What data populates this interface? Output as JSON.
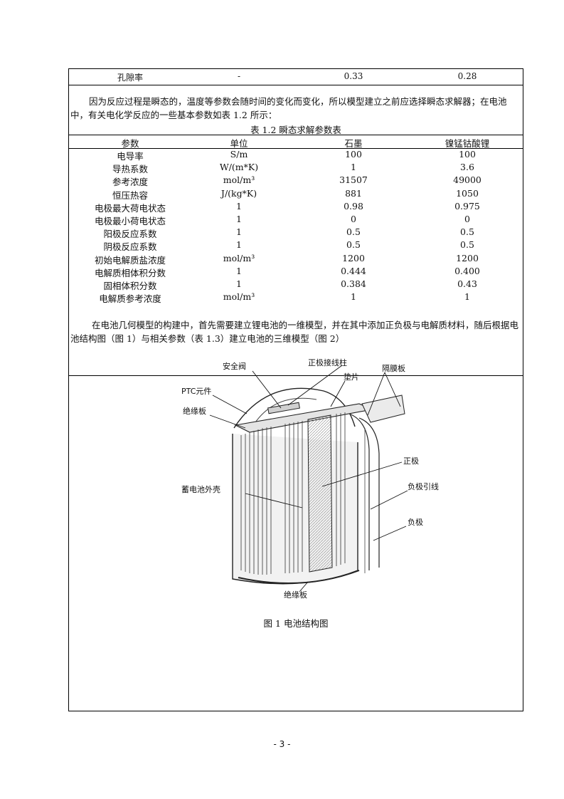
{
  "top_row": [
    "孔隙率",
    "-",
    "0.33",
    "0.28"
  ],
  "para1": "因为反应过程是瞬态的，温度等参数会随时间的变化而变化，所以模型建立之前应选择瞬态求解器；在电池中，有关电化学反应的一些基本参数如表 1.2 所示：",
  "table_caption": "表 1.2 瞬态求解参数表",
  "table": {
    "headers": [
      "参数",
      "单位",
      "石墨",
      "镍锰钴酸锂"
    ],
    "rows": [
      [
        "电导率",
        "S/m",
        "100",
        "100"
      ],
      [
        "导热系数",
        "W/(m*K)",
        "1",
        "3.6"
      ],
      [
        "参考浓度",
        "mol/m³",
        "31507",
        "49000"
      ],
      [
        "恒压热容",
        "J/(kg*K)",
        "881",
        "1050"
      ],
      [
        "电极最大荷电状态",
        "1",
        "0.98",
        "0.975"
      ],
      [
        "电极最小荷电状态",
        "1",
        "0",
        "0"
      ],
      [
        "阳极反应系数",
        "1",
        "0.5",
        "0.5"
      ],
      [
        "阴极反应系数",
        "1",
        "0.5",
        "0.5"
      ],
      [
        "初始电解质盐浓度",
        "mol/m³",
        "1200",
        "1200"
      ],
      [
        "电解质相体积分数",
        "1",
        "0.444",
        "0.400"
      ],
      [
        "固相体积分数",
        "1",
        "0.384",
        "0.43"
      ],
      [
        "电解质参考浓度",
        "mol/m³",
        "1",
        "1"
      ]
    ]
  },
  "para2": "在电池几何模型的构建中，首先需要建立锂电池的一维模型，并在其中添加正负极与电解质材料，随后根据电池结构图（图 1）与相关参数（表 1.3）建立电池的三维模型（图 2）",
  "figure": {
    "labels": {
      "safety_valve": "安全阀",
      "pos_terminal": "正极接线柱",
      "ptc": "PTC元件",
      "gasket": "垫片",
      "separator": "隔膜板",
      "insulator_top": "绝缘板",
      "positive": "正极",
      "case": "蓄电池外壳",
      "neg_lead": "负极引线",
      "negative": "负极",
      "insulator_bottom": "绝缘板"
    }
  },
  "figure_caption": "图 1 电池结构图",
  "page_number": "- 3 -"
}
